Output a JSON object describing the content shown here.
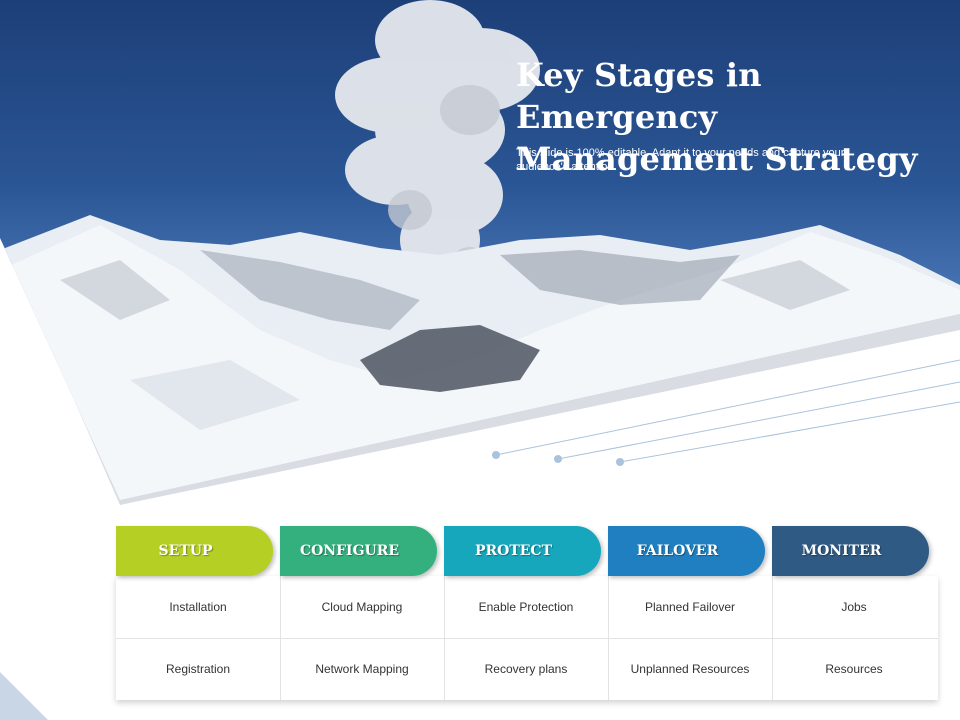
{
  "title": "Key Stages in Emergency Management Strategy",
  "subtitle": "This slide is 100% editable. Adapt it to your needs and capture your audience's attention.",
  "colors": {
    "setup": "#b5cf24",
    "configure": "#34b07e",
    "protect": "#17a7bd",
    "failover": "#1f7fc0",
    "moniter": "#2e5a84"
  },
  "stages": [
    {
      "label": "SETUP",
      "row1": "Installation",
      "row2": "Registration"
    },
    {
      "label": "CONFIGURE",
      "row1": "Cloud Mapping",
      "row2": "Network Mapping"
    },
    {
      "label": "PROTECT",
      "row1": "Enable Protection",
      "row2": "Recovery  plans"
    },
    {
      "label": "FAILOVER",
      "row1": "Planned Failover",
      "row2": "Unplanned Resources"
    },
    {
      "label": "MONITER",
      "row1": "Jobs",
      "row2": "Resources"
    }
  ]
}
